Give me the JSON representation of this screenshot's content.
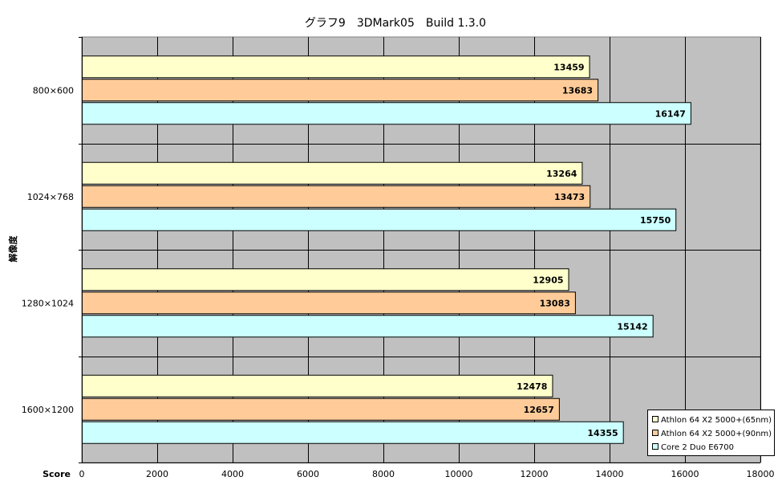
{
  "chart_data": {
    "type": "bar",
    "orientation": "horizontal",
    "title": "グラフ9　3DMark05　Build 1.3.0",
    "xlabel": "Score",
    "ylabel": "解像度",
    "xlim": [
      0,
      18000
    ],
    "x_ticks": [
      0,
      2000,
      4000,
      6000,
      8000,
      10000,
      12000,
      14000,
      16000,
      18000
    ],
    "grid": true,
    "legend_position": "bottom-right",
    "categories": [
      "800×600",
      "1024×768",
      "1280×1024",
      "1600×1200"
    ],
    "series": [
      {
        "name": "Athlon 64 X2 5000+(65nm)",
        "color": "#FFFFCC",
        "values": [
          13459,
          13264,
          12905,
          12478
        ]
      },
      {
        "name": "Athlon 64 X2 5000+(90nm)",
        "color": "#FFCC99",
        "values": [
          13683,
          13473,
          13083,
          12657
        ]
      },
      {
        "name": "Core 2 Duo E6700",
        "color": "#CCFFFF",
        "values": [
          16147,
          15750,
          15142,
          14355
        ]
      }
    ],
    "plot_background": "#C0C0C0",
    "bar_border": "#000000"
  }
}
